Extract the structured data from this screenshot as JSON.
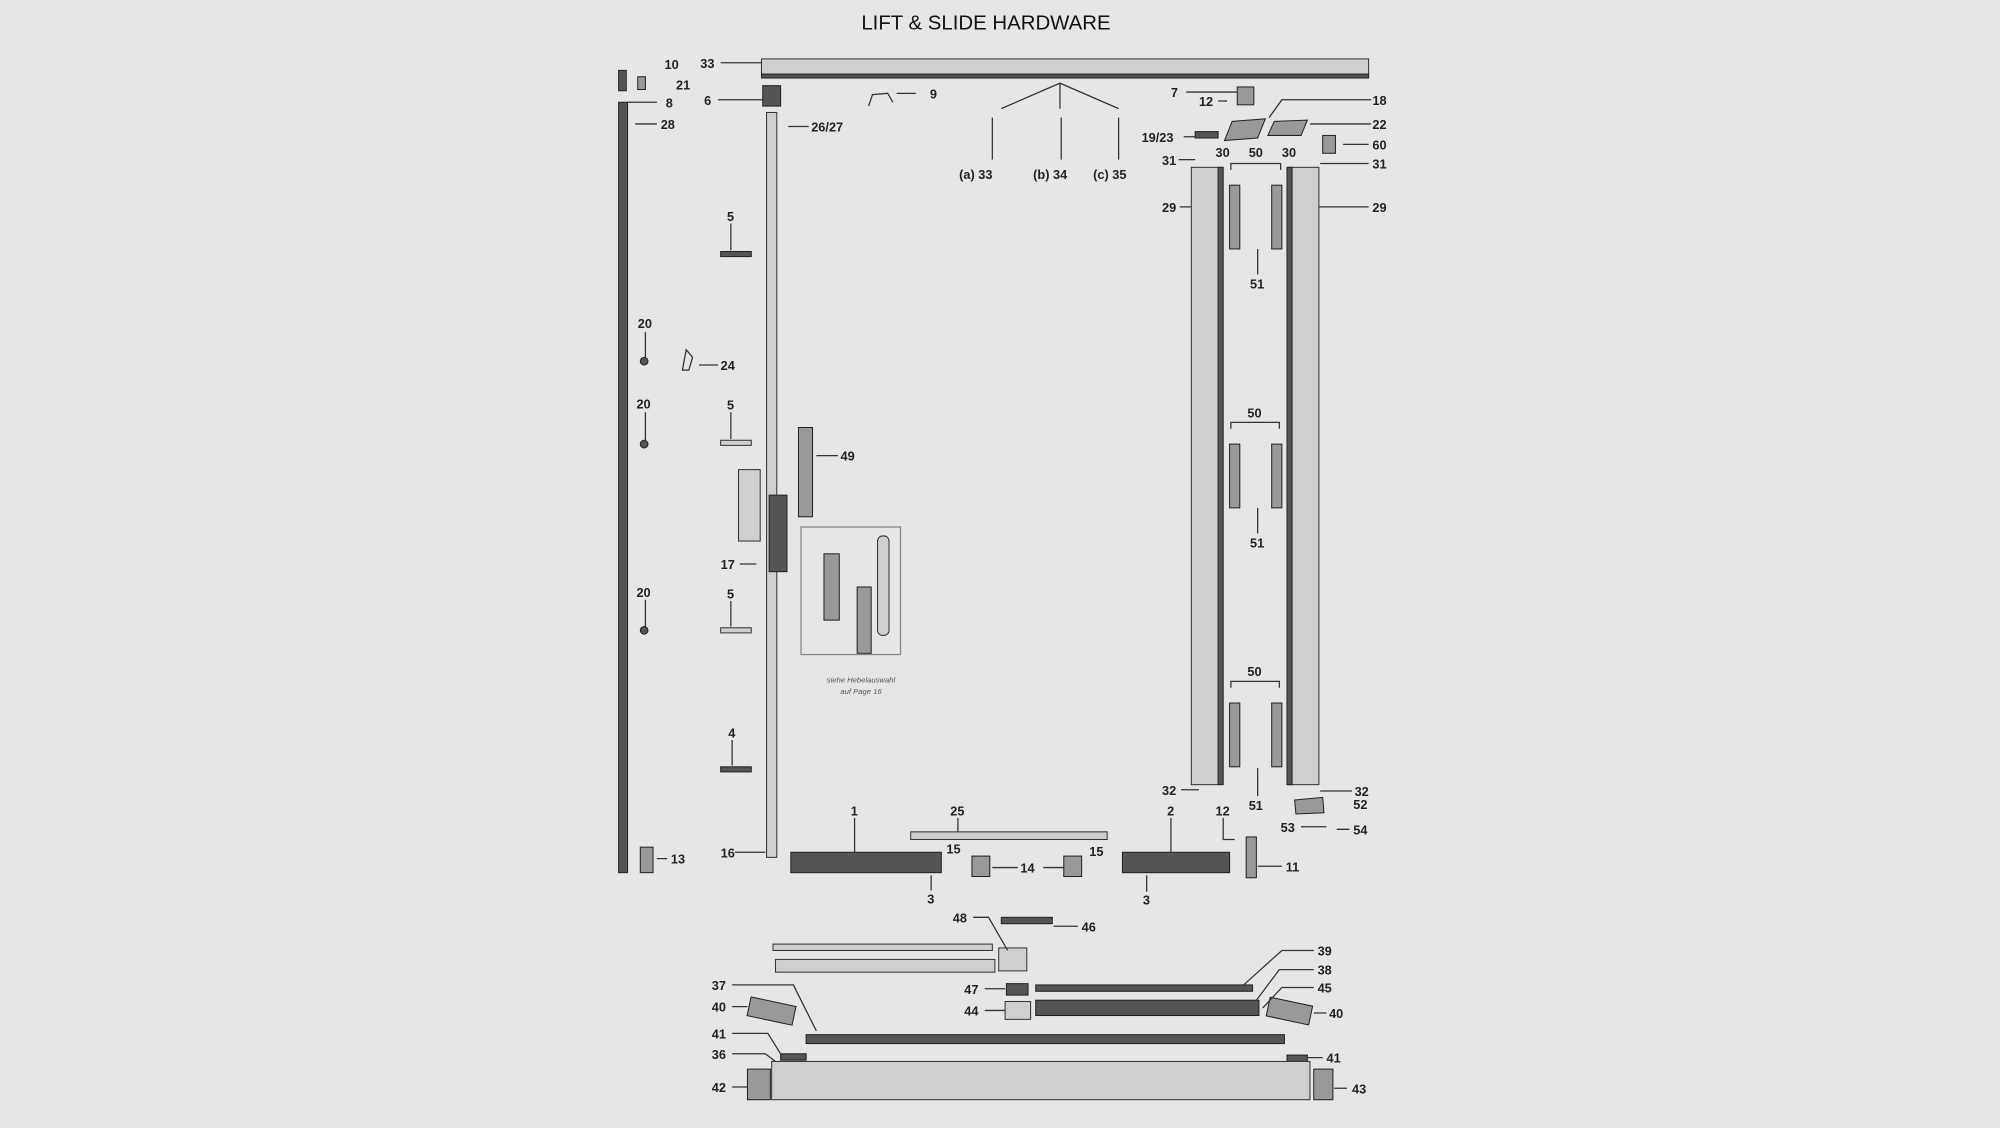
{
  "title": "LIFT & SLIDE HARDWARE",
  "caption": [
    "siehe Hebelauswahl",
    "auf Page 16"
  ],
  "labels": [
    "10",
    "21",
    "8",
    "28",
    "33",
    "6",
    "9",
    "26/27",
    "7",
    "12",
    "18",
    "22",
    "19/23",
    "60",
    "31",
    "30",
    "50",
    "30",
    "31",
    "(a) 33",
    "(b) 34",
    "(c) 35",
    "29",
    "29",
    "51",
    "5",
    "20",
    "24",
    "20",
    "5",
    "50",
    "49",
    "51",
    "17",
    "20",
    "5",
    "50",
    "4",
    "32",
    "32",
    "51",
    "52",
    "1",
    "25",
    "2",
    "12",
    "53",
    "54",
    "15",
    "15",
    "16",
    "13",
    "14",
    "11",
    "3",
    "3",
    "48",
    "46",
    "39",
    "38",
    "37",
    "47",
    "45",
    "40",
    "44",
    "40",
    "41",
    "36",
    "41",
    "42",
    "43"
  ]
}
